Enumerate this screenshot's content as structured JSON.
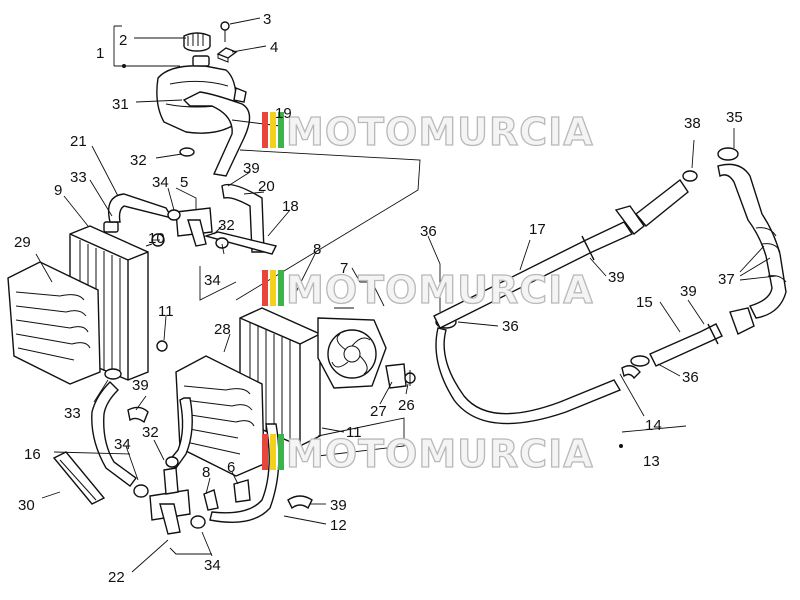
{
  "watermark": {
    "text": "MOTOMURCIA",
    "accent_colors": [
      "#e8453c",
      "#f2d21c",
      "#3cb44b"
    ]
  },
  "labels": {
    "n1": "1",
    "n2": "2",
    "n3": "3",
    "n4": "4",
    "n5": "5",
    "n6": "6",
    "n7": "7",
    "n8a": "8",
    "n8b": "8",
    "n9": "9",
    "n10": "10",
    "n11a": "11",
    "n11b": "11",
    "n12": "12",
    "n13": "13",
    "n14": "14",
    "n15": "15",
    "n16": "16",
    "n17": "17",
    "n18": "18",
    "n19": "19",
    "n20": "20",
    "n21": "21",
    "n22": "22",
    "n26": "26",
    "n27": "27",
    "n28": "28",
    "n29": "29",
    "n30": "30",
    "n31": "31",
    "n32a": "32",
    "n32b": "32",
    "n32c": "32",
    "n33a": "33",
    "n33b": "33",
    "n34a": "34",
    "n34b": "34",
    "n34c": "34",
    "n34d": "34",
    "n35": "35",
    "n36a": "36",
    "n36b": "36",
    "n36c": "36",
    "n37": "37",
    "n38": "38",
    "n39a": "39",
    "n39b": "39",
    "n39c": "39",
    "n39d": "39",
    "n39e": "39"
  }
}
